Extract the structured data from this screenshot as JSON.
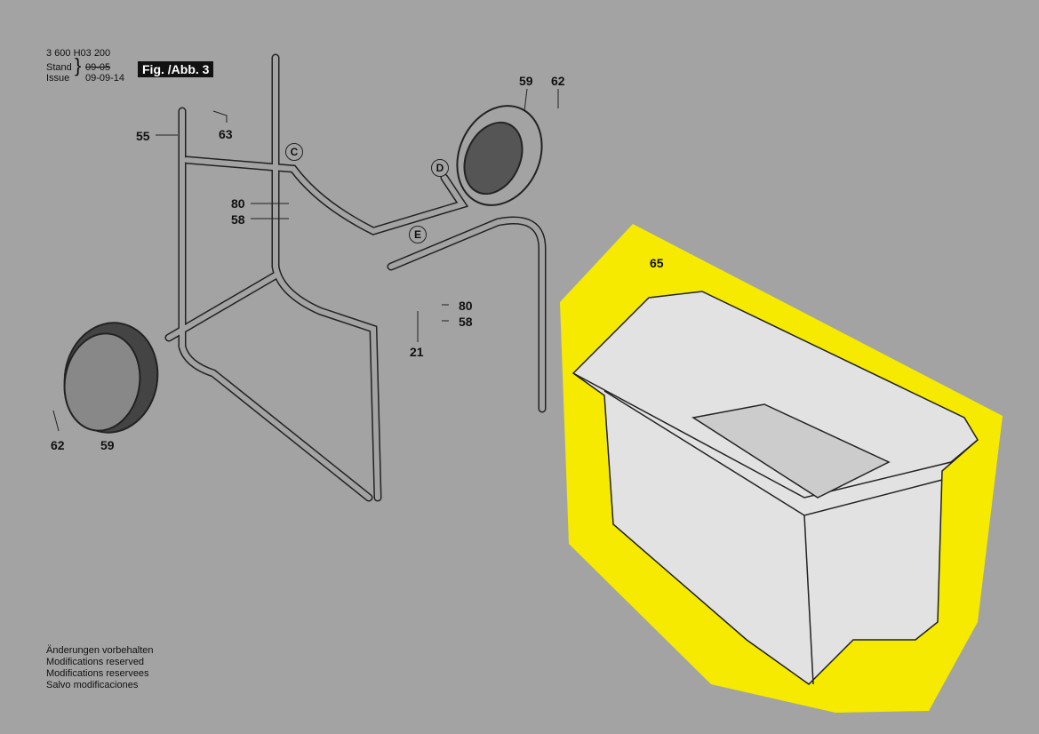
{
  "header": {
    "doc_number": "3 600 H03 200",
    "stand_label": "Stand",
    "issue_label": "Issue",
    "stand_date": "09-05",
    "issue_date": "09-09-14",
    "figure": "Fig. /Abb. 3"
  },
  "parts": {
    "p55": "55",
    "p63": "63",
    "p80a": "80",
    "p58a": "58",
    "p59a": "59",
    "p62a": "62",
    "pC": "C",
    "pD": "D",
    "pE": "E",
    "p80b": "80",
    "p58b": "58",
    "p21": "21",
    "p62b": "62",
    "p59b": "59",
    "p65": "65"
  },
  "footer": {
    "line1": "Änderungen vorbehalten",
    "line2": "Modifications reserved",
    "line3": "Modifications reservees",
    "line4": "Salvo modificaciones"
  },
  "colors": {
    "background": "#a3a3a3",
    "highlight": "#f5ea00"
  }
}
